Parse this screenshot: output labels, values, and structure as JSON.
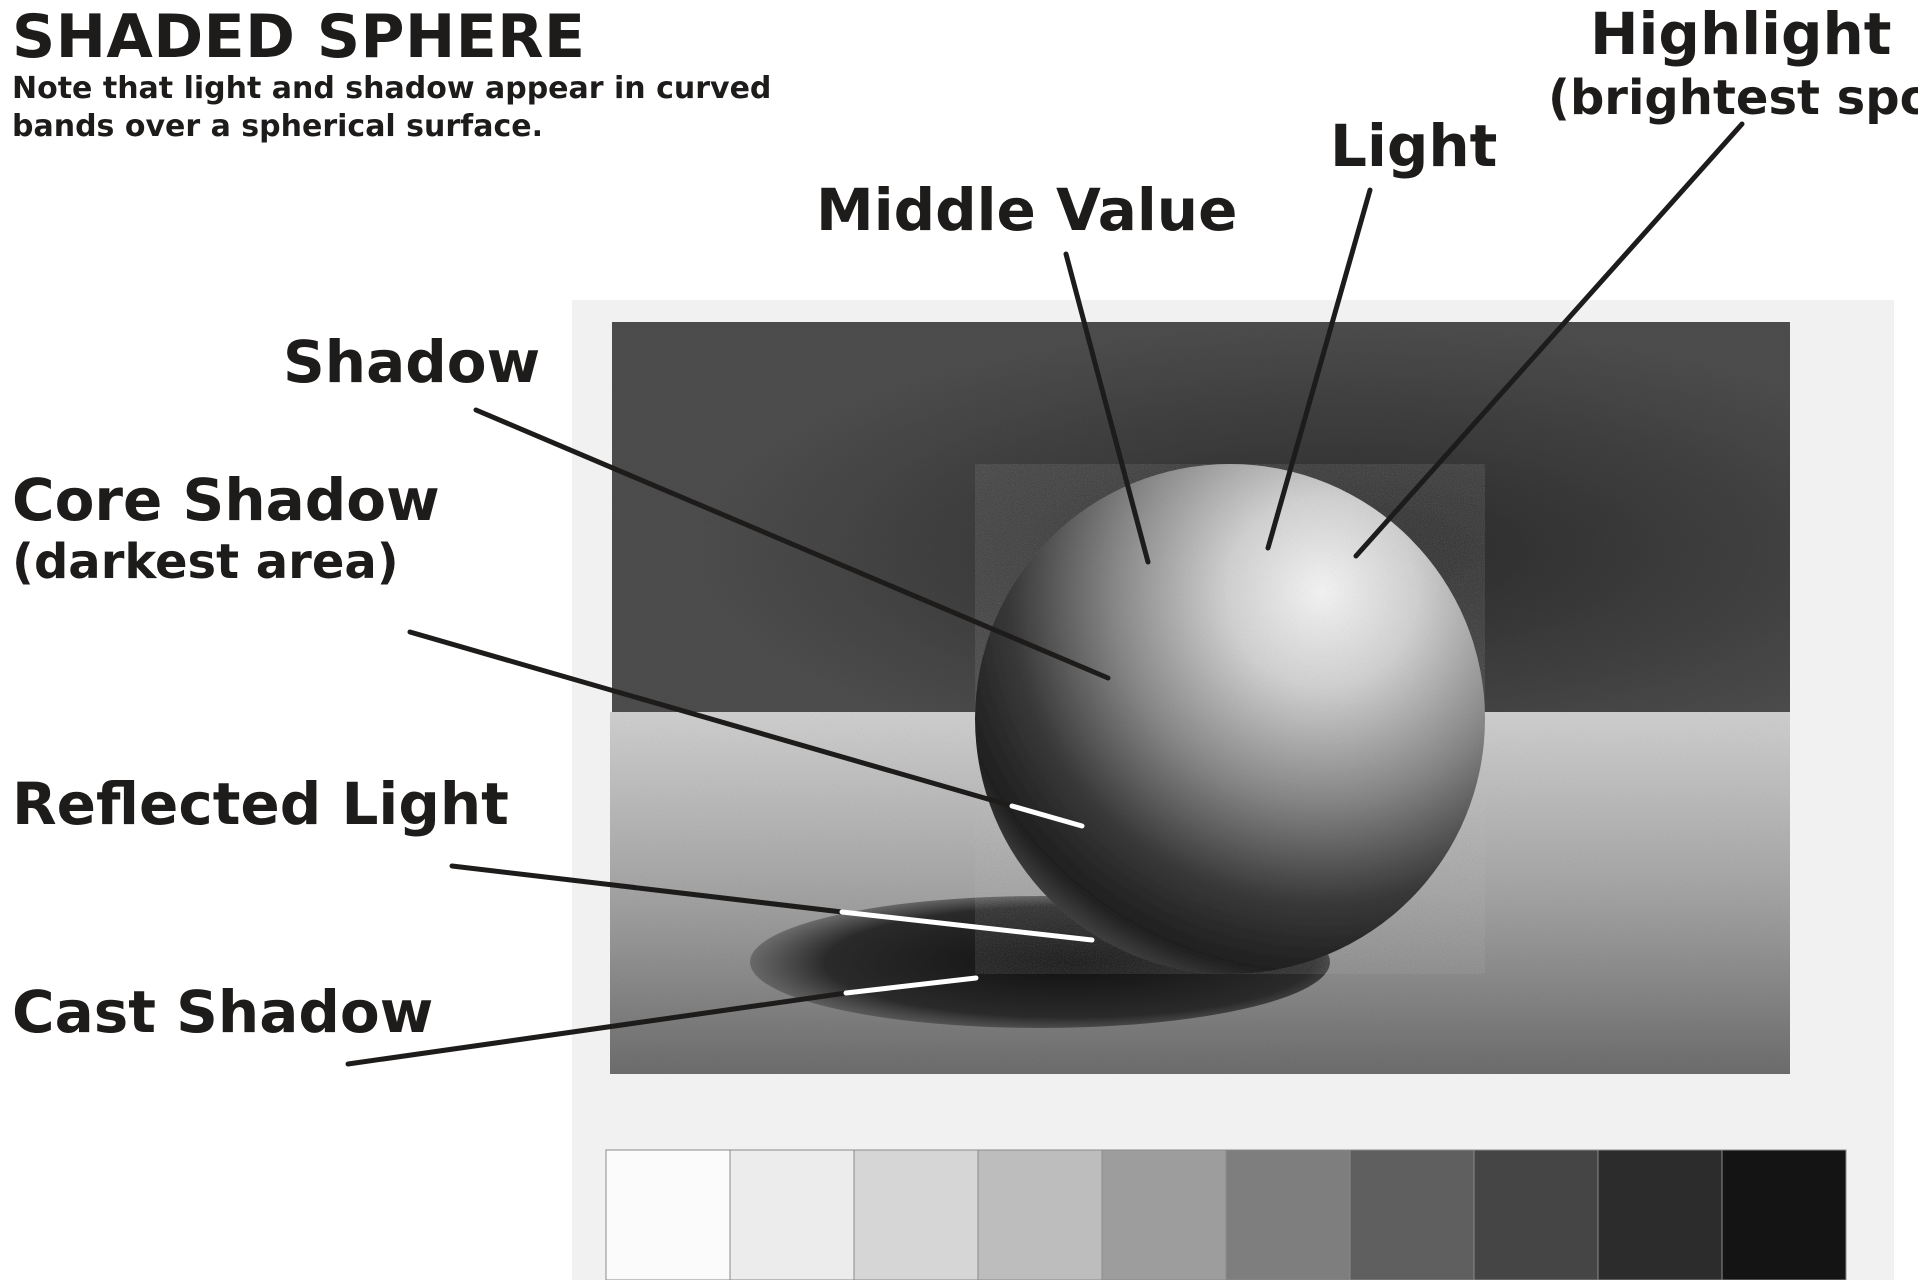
{
  "title": "SHADED SPHERE",
  "note": "Note that light and shadow appear in curved bands over a spherical surface.",
  "labels": {
    "highlight": "Highlight",
    "highlight_sub": "(brightest spot)",
    "light": "Light",
    "middle_value": "Middle Value",
    "shadow": "Shadow",
    "core_shadow": "Core Shadow",
    "core_shadow_sub": "(darkest area)",
    "reflected_light": "Reflected Light",
    "cast_shadow": "Cast Shadow"
  },
  "value_scale": {
    "steps": [
      "#fbfbfb",
      "#ececec",
      "#d6d6d6",
      "#bdbdbd",
      "#9d9d9d",
      "#7e7e7e",
      "#5f5f5f",
      "#454545",
      "#2c2c2c",
      "#141414"
    ]
  },
  "colors": {
    "text": "#1e1b1b",
    "leader_line": "#1e1b1b",
    "leader_highlight": "#ffffff"
  }
}
